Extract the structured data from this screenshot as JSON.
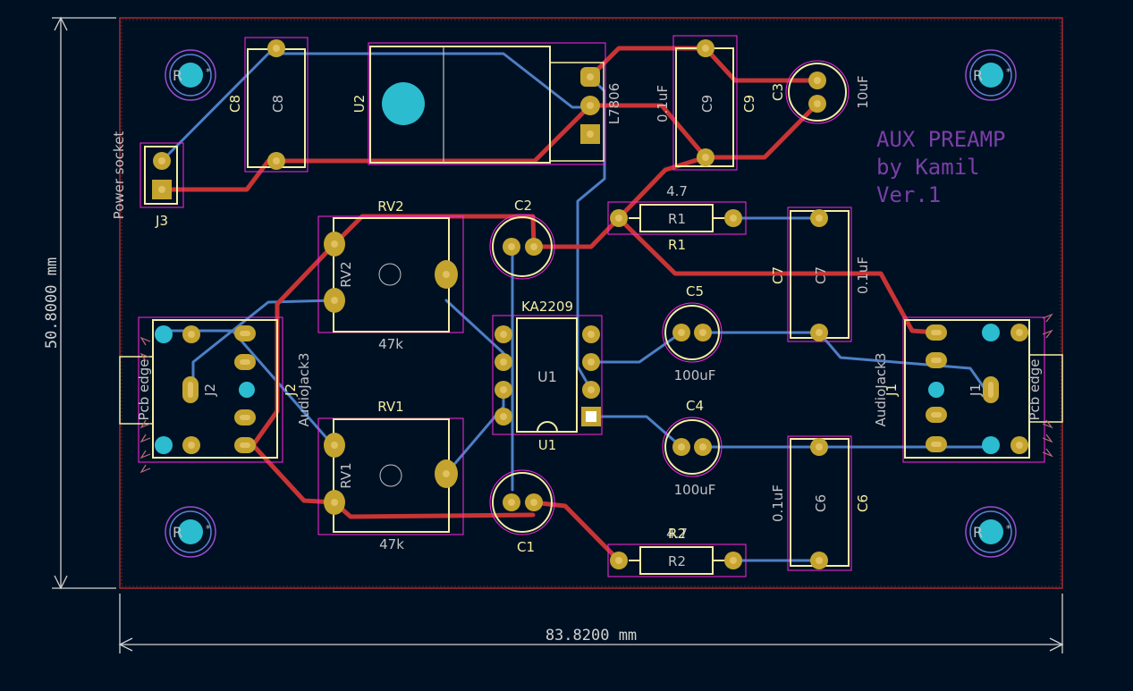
{
  "colors": {
    "background": "#001023",
    "edge_cuts": "#d0d2cd",
    "front_copper": "#c83434",
    "back_copper": "#4d7fc4",
    "silkscreen": "#f2eda1",
    "fab_text": "#c2c2c2",
    "courtyard": "#ff26e2",
    "pad": "#c4a42e",
    "via_ring": "#e8c93a",
    "hole": "#2bbcd0",
    "title_text": "#7a3fa8",
    "board_outline": "#cc3333"
  },
  "dimensions": {
    "width": "83.8200 mm",
    "height": "50.8000 mm"
  },
  "title_block": {
    "line1": "AUX PREAMP",
    "line2": "by Kamil",
    "line3": "Ver.1"
  },
  "components": {
    "c8": {
      "ref": "C8",
      "fab": "C8"
    },
    "u2": {
      "ref": "U2",
      "value": "L7806"
    },
    "c9": {
      "ref": "C9",
      "fab": "C9",
      "value": "0.1uF"
    },
    "c3": {
      "ref": "C3",
      "value": "10uF"
    },
    "j3": {
      "ref": "J3",
      "value": "Power socket"
    },
    "rv2": {
      "ref": "RV2",
      "fab": "RV2",
      "value": "47k"
    },
    "rv1": {
      "ref": "RV1",
      "fab": "RV1",
      "value": "47k"
    },
    "c2": {
      "ref": "C2"
    },
    "c1": {
      "ref": "C1"
    },
    "r1": {
      "ref": "R1",
      "fab": "R1",
      "value": "4.7"
    },
    "r2": {
      "ref": "R2",
      "fab": "R2",
      "value": "4.7"
    },
    "c7": {
      "ref": "C7",
      "fab": "C7",
      "value": "0.1uF"
    },
    "c6": {
      "ref": "C6",
      "fab": "C6",
      "value": "0.1uF"
    },
    "c5": {
      "ref": "C5",
      "value": "100uF"
    },
    "c4": {
      "ref": "C4",
      "value": "100uF"
    },
    "u1": {
      "ref": "U1",
      "fab": "U1",
      "value": "KA2209"
    },
    "j2": {
      "ref": "J2",
      "fab": "J2",
      "value": "AudioJack3",
      "edge": "Pcb edge"
    },
    "j1": {
      "ref": "J1",
      "fab": "J1",
      "value": "AudioJack3",
      "edge": "Pcb edge"
    },
    "mounting_hole": {
      "ref": "R"
    }
  }
}
